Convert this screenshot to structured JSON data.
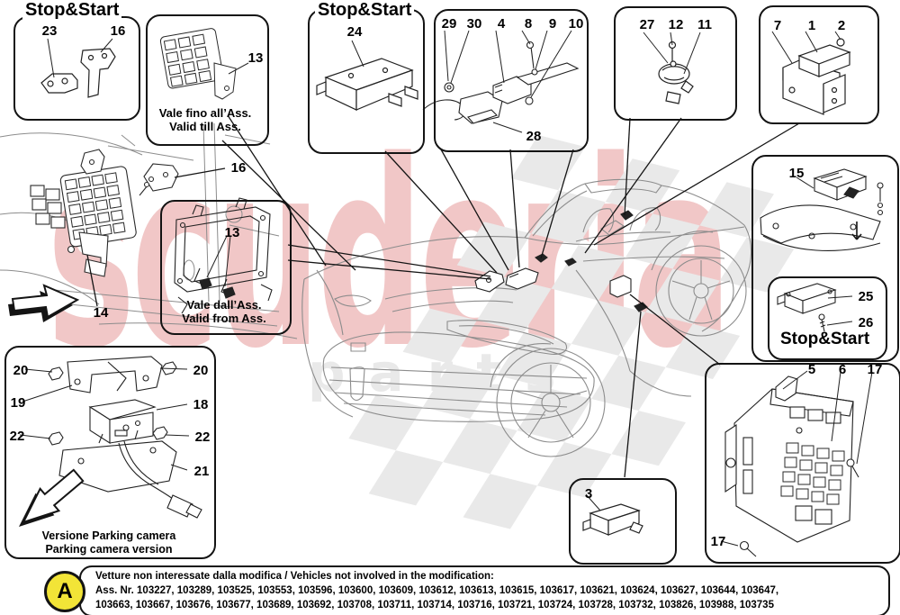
{
  "titles": {
    "stop_start": "Stop&Start",
    "valid_till_line1": "Vale fino all’Ass.",
    "valid_till_line2": "Valid till Ass.",
    "valid_from_line1": "Vale dall’Ass.",
    "valid_from_line2": "Valid from Ass.",
    "parking_line1": "Versione Parking camera",
    "parking_line2": "Parking camera version"
  },
  "watermark": {
    "primary": "scuderia",
    "secondary": "parts",
    "primary_color": "#cd3030",
    "checker_color": "#e9e9e9"
  },
  "part_numbers": {
    "n1": "1",
    "n2": "2",
    "n3": "3",
    "n4": "4",
    "n5": "5",
    "n6": "6",
    "n7": "7",
    "n8": "8",
    "n9": "9",
    "n10": "10",
    "n11": "11",
    "n12": "12",
    "n13": "13",
    "n14": "14",
    "n15": "15",
    "n16": "16",
    "n17": "17",
    "n18": "18",
    "n19": "19",
    "n20": "20",
    "n21": "21",
    "n22": "22",
    "n23": "23",
    "n24": "24",
    "n25": "25",
    "n26": "26",
    "n27": "27",
    "n28": "28",
    "n29": "29",
    "n30": "30"
  },
  "note": {
    "badge": "A",
    "badge_bg": "#f2e437",
    "line1": "Vetture non interessate dalla modifica / Vehicles not involved in the modification:",
    "line2": "Ass. Nr. 103227, 103289, 103525, 103553, 103596, 103600, 103609, 103612, 103613, 103615, 103617, 103621, 103624, 103627, 103644, 103647,",
    "line3": "103663, 103667, 103676, 103677, 103689, 103692, 103708, 103711, 103714, 103716, 103721, 103724, 103728, 103732, 103826, 103988, 103735"
  }
}
